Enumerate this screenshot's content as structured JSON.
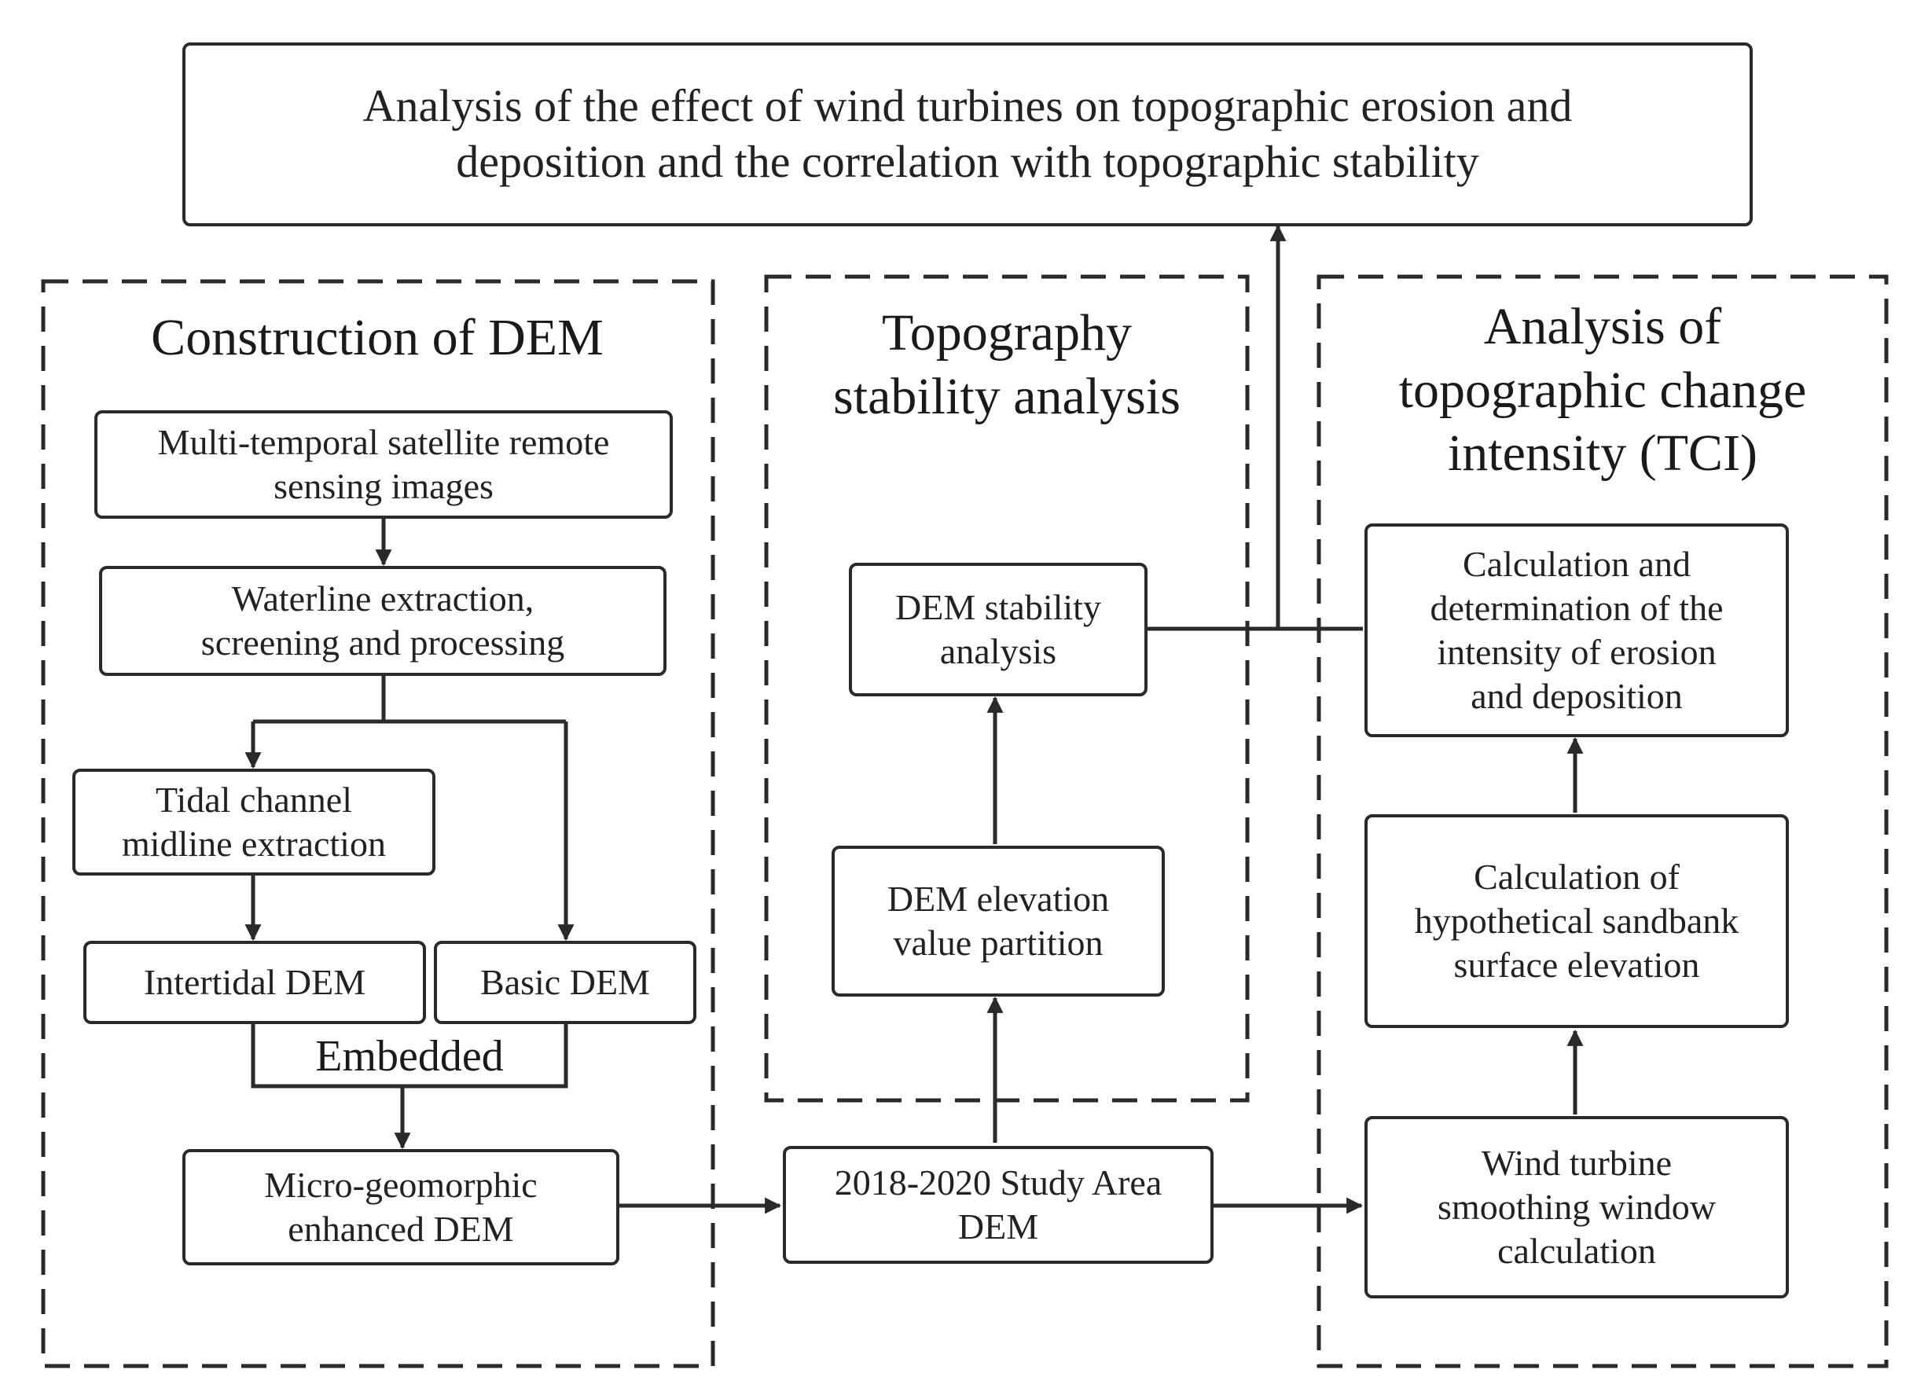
{
  "title_box": {
    "lines": [
      "Analysis of the effect of wind turbines on topographic erosion and",
      "deposition and the correlation with topographic stability"
    ]
  },
  "groups": {
    "construction": {
      "title_lines": [
        "Construction of DEM"
      ]
    },
    "stability": {
      "title_lines": [
        "Topography",
        "stability analysis"
      ]
    },
    "tci": {
      "title_lines": [
        "Analysis of",
        "topographic change",
        "intensity (TCI)"
      ]
    }
  },
  "nodes": {
    "multi_temporal": {
      "lines": [
        "Multi-temporal satellite remote",
        "sensing images"
      ]
    },
    "waterline": {
      "lines": [
        "Waterline extraction,",
        "screening and processing"
      ]
    },
    "tidal_channel": {
      "lines": [
        "Tidal channel",
        "midline extraction"
      ]
    },
    "intertidal_dem": {
      "lines": [
        "Intertidal DEM"
      ]
    },
    "basic_dem": {
      "lines": [
        "Basic DEM"
      ]
    },
    "embedded_label": "Embedded",
    "micro_geomorphic": {
      "lines": [
        "Micro-geomorphic",
        "enhanced DEM"
      ]
    },
    "study_area": {
      "lines": [
        "2018-2020 Study Area",
        "DEM"
      ]
    },
    "elevation_partition": {
      "lines": [
        "DEM elevation",
        "value partition"
      ]
    },
    "stability_analysis": {
      "lines": [
        "DEM stability",
        "analysis"
      ]
    },
    "erosion_intensity": {
      "lines": [
        "Calculation and",
        "determination of the",
        "intensity of erosion",
        "and deposition"
      ]
    },
    "sandbank_elevation": {
      "lines": [
        "Calculation of",
        "hypothetical sandbank",
        "surface elevation"
      ]
    },
    "smoothing_window": {
      "lines": [
        "Wind turbine",
        "smoothing window",
        "calculation"
      ]
    }
  }
}
